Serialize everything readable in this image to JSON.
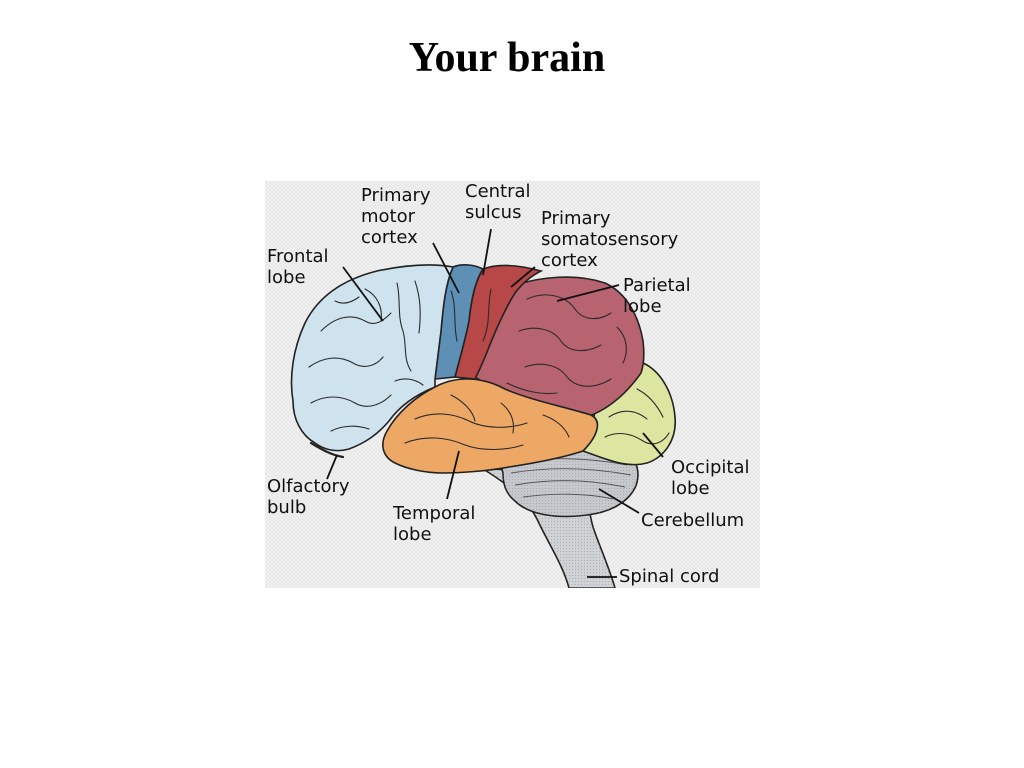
{
  "slide": {
    "title": "Your brain"
  },
  "diagram": {
    "labels": {
      "frontal_lobe": [
        "Frontal",
        "lobe"
      ],
      "primary_motor_cortex": [
        "Primary",
        "motor",
        "cortex"
      ],
      "central_sulcus": [
        "Central",
        "sulcus"
      ],
      "primary_somatosensory_cortex": [
        "Primary",
        "somatosensory",
        "cortex"
      ],
      "parietal_lobe": [
        "Parietal",
        "lobe"
      ],
      "occipital_lobe": [
        "Occipital",
        "lobe"
      ],
      "cerebellum": [
        "Cerebellum"
      ],
      "spinal_cord": [
        "Spinal cord"
      ],
      "temporal_lobe": [
        "Temporal",
        "lobe"
      ],
      "olfactory_bulb": [
        "Olfactory",
        "bulb"
      ]
    },
    "colors": {
      "frontal": "#cfe3ee",
      "motor": "#5e8fb5",
      "somatosensory": "#b84848",
      "parietal": "#b86370",
      "occipital": "#dde6a0",
      "temporal": "#eda865",
      "cerebellum": "#c5c8cc",
      "brainstem": "#d0d3d6",
      "background": "#eeeeee",
      "outline": "#222222"
    }
  }
}
